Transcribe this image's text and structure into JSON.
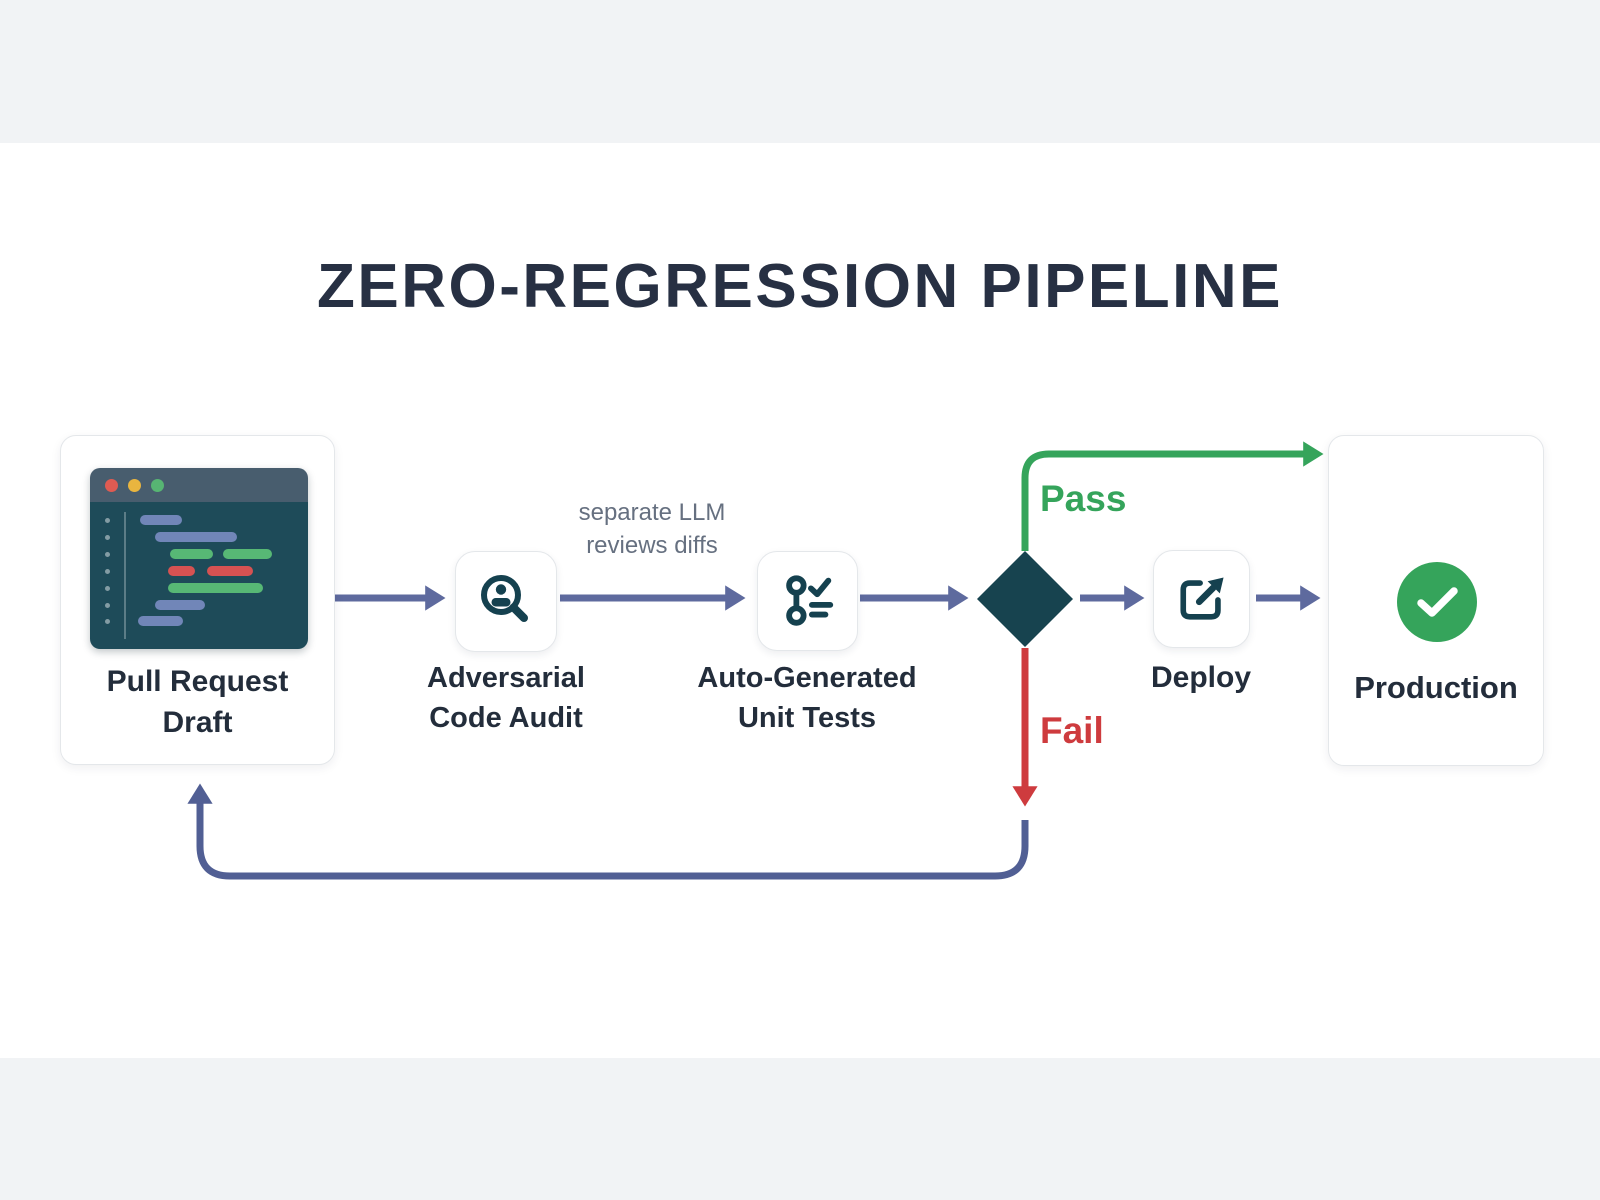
{
  "title": "ZERO-REGRESSION PIPELINE",
  "nodes": {
    "pull_request": {
      "line1": "Pull Request",
      "line2": "Draft"
    },
    "code_audit": {
      "line1": "Adversarial",
      "line2": "Code Audit"
    },
    "unit_tests": {
      "line1": "Auto-Generated",
      "line2": "Unit Tests"
    },
    "deploy": {
      "label": "Deploy"
    },
    "production": {
      "label": "Production"
    }
  },
  "edges": {
    "pass_label": "Pass",
    "fail_label": "Fail",
    "audit_note_line1": "separate LLM",
    "audit_note_line2": "reviews diffs"
  },
  "icons": {
    "pull_request": "code-editor-window-icon",
    "code_audit": "user-search-icon",
    "unit_tests": "commit-checklist-icon",
    "deploy": "external-link-icon",
    "production": "check-circle-icon",
    "decision": "decision-diamond"
  },
  "colors": {
    "background": "#f1f3f5",
    "canvas": "#ffffff",
    "title_text": "#273043",
    "label_text": "#232d3b",
    "note_text": "#667080",
    "arrow": "#5e6a9e",
    "loop_arrow": "#515f94",
    "pass_green": "#35a45b",
    "fail_red": "#ce3b3e",
    "node_teal": "#15414f",
    "diamond": "#17434f",
    "box_border": "#e4e7ea",
    "editor_bar": "#485d6e",
    "editor_body": "#1e4b59",
    "dot_red": "#df5b52",
    "dot_yellow": "#e9b53f",
    "dot_green": "#57b573",
    "code_blue": "#7186b8",
    "code_green": "#57b875",
    "code_red": "#d65252"
  }
}
